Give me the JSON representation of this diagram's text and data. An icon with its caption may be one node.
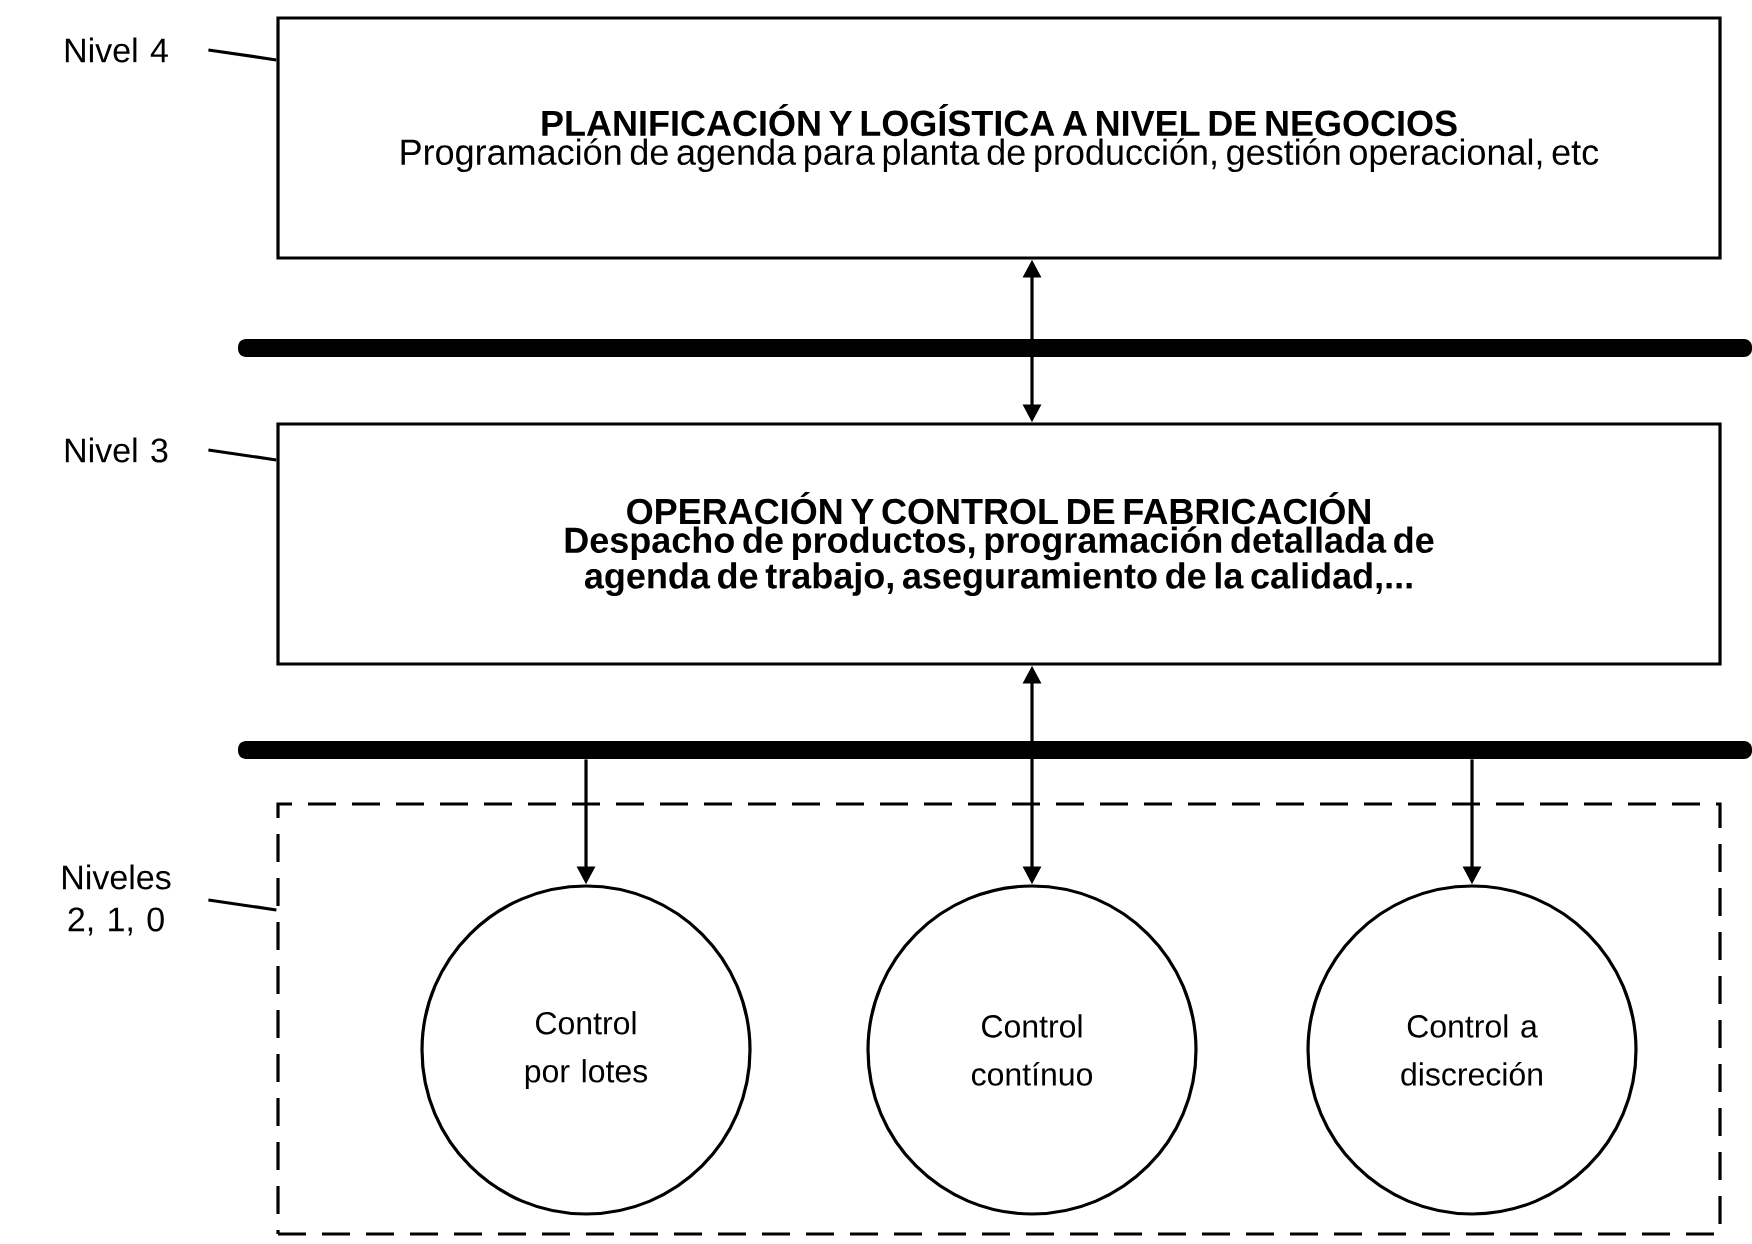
{
  "diagram": {
    "nodes": [
      {
        "text": [
          "Nivel 4"
        ]
      },
      {
        "text": [
          "PLANIFICACIÓN Y LOGÍSTICA A NIVEL DE NEGOCIOS",
          "Programación de agenda para planta de producción, gestión operacional, etc"
        ]
      },
      {
        "text": [],
        "shape": "bar"
      },
      {
        "text": [
          "Nivel 3"
        ]
      },
      {
        "text": [
          "OPERACIÓN Y CONTROL DE FABRICACIÓN",
          "Despacho de productos, programación detallada de agenda de trabajo, aseguramiento de la calidad,..."
        ]
      },
      {
        "text": [],
        "shape": "bar"
      },
      {
        "text": [
          "Niveles 2, 1, 0"
        ]
      },
      {
        "text": [],
        "shape": "box"
      },
      {
        "text": [
          "Control por lotes"
        ],
        "in": 7
      },
      {
        "text": [
          "Control contínuo"
        ],
        "in": 7
      },
      {
        "text": [
          "Control a discreción"
        ],
        "in": 7
      }
    ],
    "edges": [
      {
        "from": 0,
        "to": 1,
        "arrow": "none"
      },
      {
        "from": 1,
        "to": 4,
        "arrow": "both"
      },
      {
        "from": 3,
        "to": 4,
        "arrow": "none"
      },
      {
        "from": 5,
        "to": 8,
        "arrow": "to"
      },
      {
        "from": 4,
        "to": 9,
        "arrow": "both"
      },
      {
        "from": 5,
        "to": 10,
        "arrow": "to"
      },
      {
        "from": 6,
        "to": 7,
        "arrow": "none"
      }
    ]
  }
}
